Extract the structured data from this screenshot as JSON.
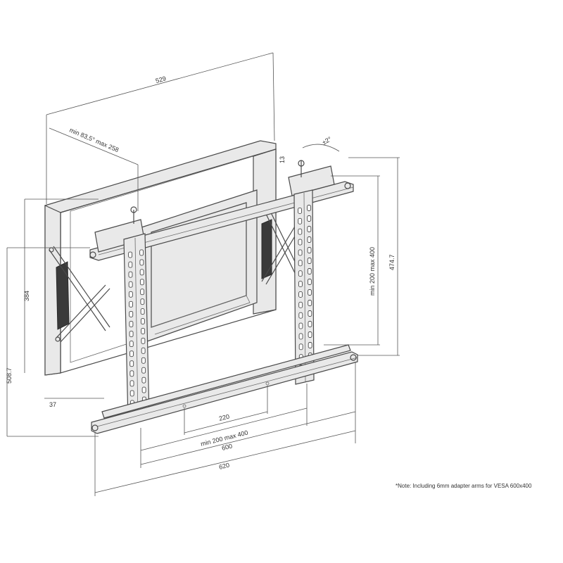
{
  "dimensions": {
    "top_width": "529",
    "adjust_range_top": "min 83,5° max 258",
    "tilt_small": "13",
    "tilt_angle": "±2°",
    "left_height_upper": "384",
    "left_height_total": "508.7",
    "offset_37": "37",
    "right_vertical_range": "min 200 max 400",
    "right_height": "474.7",
    "bottom_220": "220",
    "bottom_range": "min 200 max 400",
    "bottom_600": "600",
    "bottom_620": "620"
  },
  "note": "*Note: Including 6mm adapter arms for VESA 600x400"
}
